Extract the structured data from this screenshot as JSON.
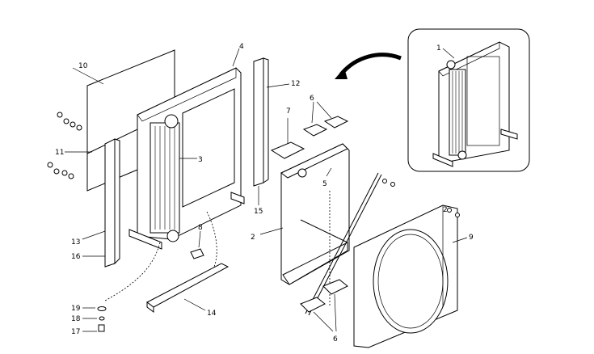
{
  "callouts": {
    "c1": "1",
    "c2": "2",
    "c3": "3",
    "c4": "4",
    "c5": "5",
    "c6a": "6",
    "c6b": "6",
    "c7": "7",
    "c8": "8",
    "c9": "9",
    "c10": "10",
    "c11": "11",
    "c12": "12",
    "c13": "13",
    "c14": "14",
    "c15": "15",
    "c16": "16",
    "c17": "17",
    "c18": "18",
    "c19": "19",
    "c2small": "2"
  },
  "icons": {
    "rotate_arrow": "curved-arrow-icon"
  }
}
